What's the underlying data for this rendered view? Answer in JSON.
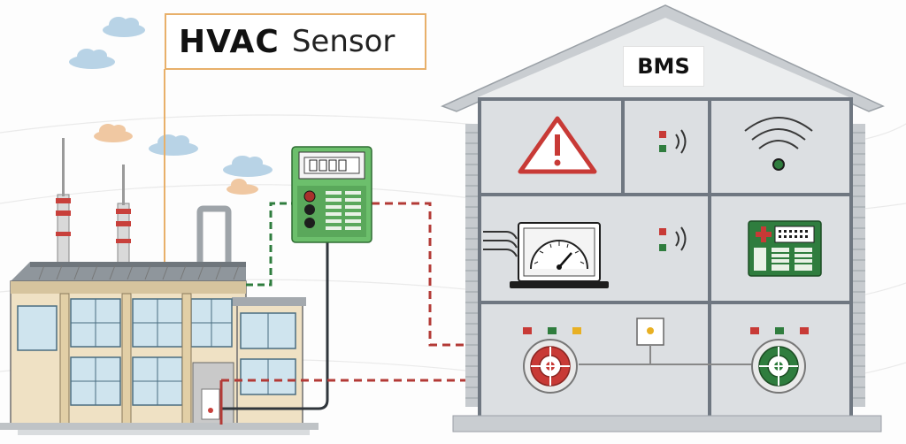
{
  "labels": {
    "hvac_title": "HVAC",
    "hvac_subtitle": "Sensor",
    "bms": "BMS"
  },
  "colors": {
    "outline": "#e8b06a",
    "danger_red": "#c83a36",
    "ok_green": "#2f7d3e",
    "amber": "#e8b023",
    "controller_green": "#6cbf6c",
    "building_gray": "#dcdfe2",
    "frame_gray": "#6f7781"
  },
  "icons": [
    "warning-icon",
    "wifi-icon",
    "gauge-icon",
    "controller-icon",
    "cloud-icon",
    "target-valve-icon"
  ]
}
